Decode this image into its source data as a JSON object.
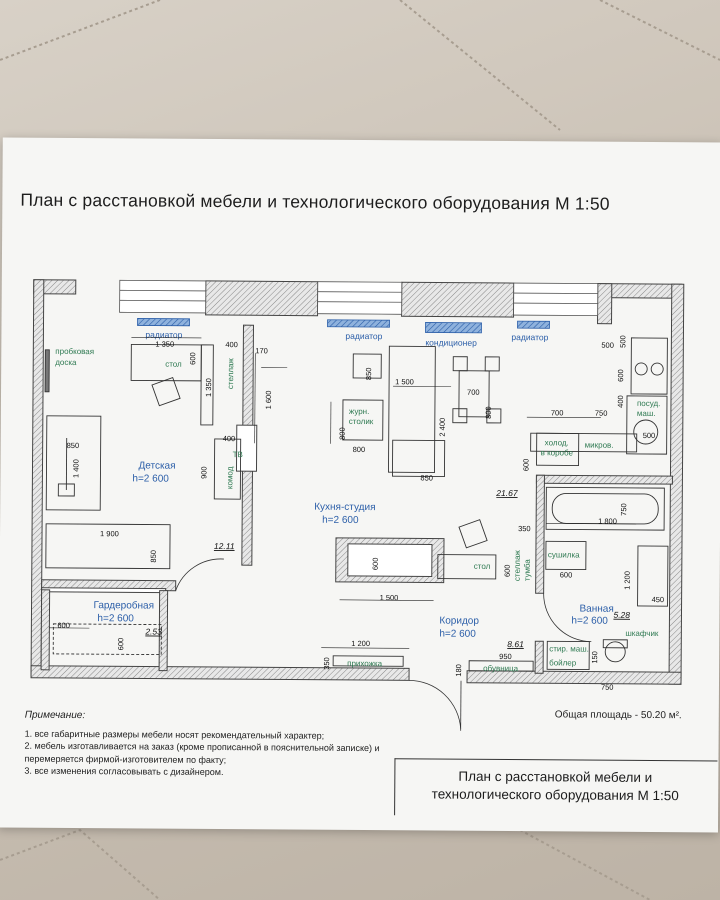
{
  "sheet": {
    "title": "План с расстановкой мебели и технологического оборудования  М 1:50"
  },
  "rooms": {
    "detskaya": {
      "name": "Детская",
      "height": "h=2 600",
      "area": "12.11"
    },
    "kitchen": {
      "name": "Кухня-студия",
      "height": "h=2 600",
      "area": "21.67"
    },
    "garderob": {
      "name": "Гардеробная",
      "height": "h=2 600",
      "area": "2.53"
    },
    "koridor": {
      "name": "Коридор",
      "height": "h=2 600",
      "area": "8.61"
    },
    "vannaya": {
      "name": "Ванная",
      "height": "h=2 600",
      "area": "5.28"
    }
  },
  "labels": {
    "radiator": "радиатор",
    "konditsioner": "кондиционер",
    "probkovaya_1": "пробковая",
    "probkovaya_2": "доска",
    "stol": "стол",
    "stellazh": "стеллаж",
    "tv": "ТВ",
    "komod": "комод",
    "zhurn_1": "журн.",
    "zhurn_2": "столик",
    "posud_1": "посуд.",
    "posud_2": "маш.",
    "holod_1": "холод.",
    "holod_2": "в коробе",
    "mikrov": "микров.",
    "stellazh_tumba_1": "стеллаж",
    "stellazh_tumba_2": "тумба",
    "sushilka": "сушилка",
    "shkafchik": "шкафчик",
    "stir_mash": "стир. маш.",
    "bojler": "бойлер",
    "obuvnitsa": "обувница",
    "prihozhaya": "прихожка"
  },
  "dims": {
    "d1350a": "1 350",
    "d400a": "400",
    "d600a": "600",
    "d1350b": "1 350",
    "d170": "170",
    "d1600": "1 600",
    "d400b": "400",
    "d900": "900",
    "d850a": "850",
    "d1400a": "1 400",
    "d1900": "1 900",
    "d850b": "850",
    "d850c": "850",
    "d1500a": "1 500",
    "d700a": "700",
    "d800a": "800",
    "d2400": "2 400",
    "d800b": "800",
    "d800c": "800",
    "d850d": "850",
    "d700b": "700",
    "d750a": "750",
    "d500a": "500",
    "d500b": "500",
    "d600b": "600",
    "d400c": "400",
    "d500c": "500",
    "d600c": "600",
    "d350a": "350",
    "d1800": "1 800",
    "d750b": "750",
    "d600d": "600",
    "d600e": "600",
    "d1200a": "1 200",
    "d450": "450",
    "d1500b": "1 500",
    "d600f": "600",
    "d1200b": "1 200",
    "d350b": "350",
    "d950": "950",
    "d150": "150",
    "d750c": "750",
    "d180": "180",
    "d600g": "600",
    "d600h": "600"
  },
  "notes": {
    "header": "Примечание:",
    "items": [
      "1. все габаритные размеры мебели носят рекомендательный характер;",
      "2. мебель изготавливается на заказ (кроме прописанной в пояснительной записке) и",
      "перемеряется фирмой-изготовителем по факту;",
      "3. все изменения согласовывать с дизайнером."
    ]
  },
  "total_area": "Общая площадь - 50.20 м².",
  "stamp": {
    "line1": "План с расстановкой мебели и",
    "line2": "технологического оборудования М 1:50"
  },
  "colors": {
    "wall": "#6d6d6d",
    "radiator": "#3c6fb0",
    "green_text": "#2f7a52",
    "blue_text": "#2b5ea8",
    "red": "#c0392b"
  }
}
